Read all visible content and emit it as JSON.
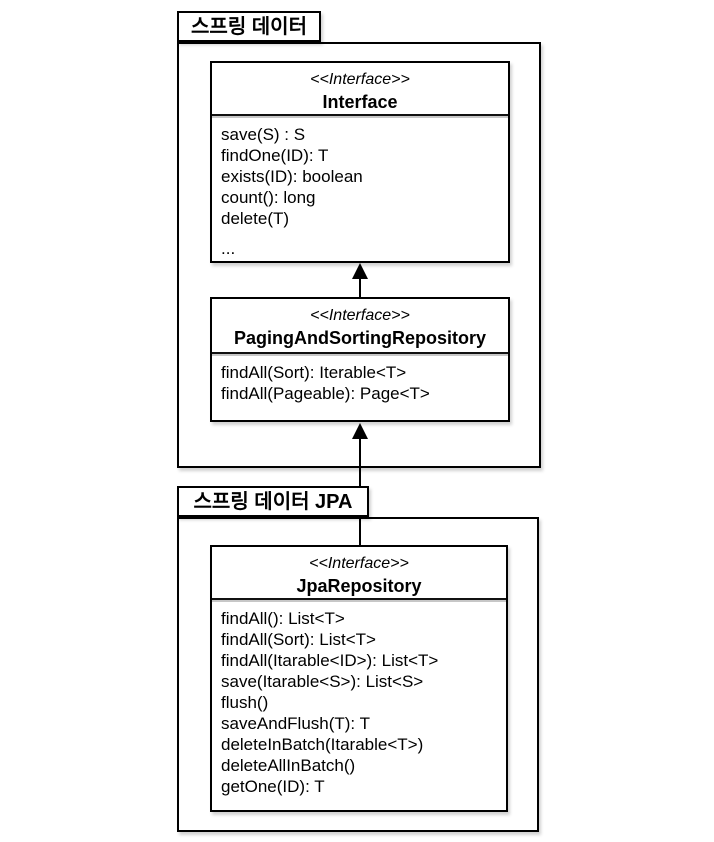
{
  "colors": {
    "background": "#ffffff",
    "line": "#000000",
    "text": "#000000",
    "separator_shadow": "#bdbdbd"
  },
  "diagram": {
    "packages": [
      {
        "label": "스프링 데이터",
        "classes": [
          {
            "stereotype": "<<Interface>>",
            "name": "Interface",
            "methods": [
              "save(S) : S",
              "findOne(ID): T",
              "exists(ID): boolean",
              "count(): long",
              "delete(T)",
              "..."
            ]
          },
          {
            "stereotype": "<<Interface>>",
            "name": "PagingAndSortingRepository",
            "methods": [
              "findAll(Sort): Iterable<T>",
              "findAll(Pageable): Page<T>"
            ]
          }
        ]
      },
      {
        "label": "스프링 데이터 JPA",
        "classes": [
          {
            "stereotype": "<<Interface>>",
            "name": "JpaRepository",
            "methods": [
              "findAll(): List<T>",
              "findAll(Sort): List<T>",
              "findAll(Itarable<ID>): List<T>",
              "save(Itarable<S>): List<S>",
              "flush()",
              "saveAndFlush(T): T",
              "deleteInBatch(Itarable<T>)",
              "deleteAllInBatch()",
              "getOne(ID): T"
            ]
          }
        ]
      }
    ],
    "relations": [
      {
        "from": "PagingAndSortingRepository",
        "to": "Interface",
        "type": "extends"
      },
      {
        "from": "JpaRepository",
        "to": "PagingAndSortingRepository",
        "type": "extends"
      }
    ]
  }
}
